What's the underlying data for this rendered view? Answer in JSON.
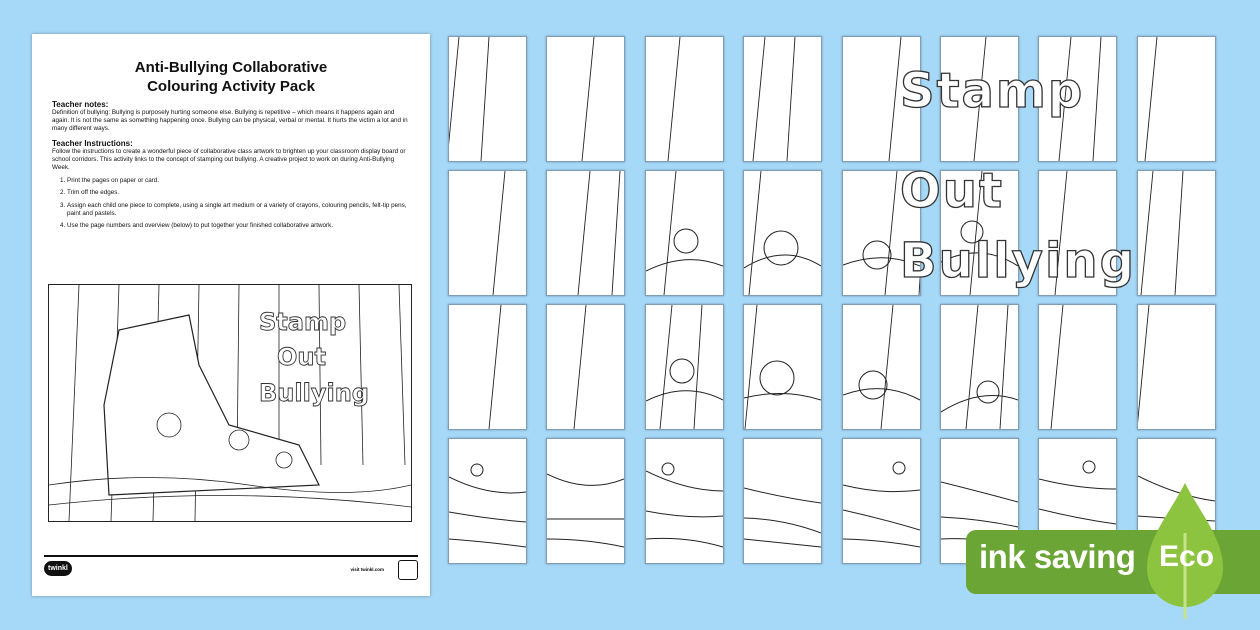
{
  "document": {
    "title_line1": "Anti-Bullying Collaborative",
    "title_line2": "Colouring Activity Pack",
    "teacher_notes_heading": "Teacher notes:",
    "teacher_notes": "Definition of bullying: Bullying is purposely hurting someone else. Bullying is repetitive – which means it happens again and again.  It is not the same as something happening once. Bullying can be physical, verbal or mental.  It hurts the victim a lot and in many different ways.",
    "instructions_heading": "Teacher Instructions:",
    "instructions": "Follow the instructions to create a wonderful piece of collaborative class artwork to brighten up your classroom display board or school corridors. This activity links to the concept of stamping out bullying. A creative project to work on during Anti-Bullying Week.",
    "steps": [
      "Print the pages on paper or card.",
      "Trim off the edges.",
      "Assign each child one piece to complete, using a single art medium or a variety of crayons, colouring pencils, felt-tip pens, paint and pastels.",
      "Use the page numbers and overview (below) to put together your finished collaborative artwork."
    ],
    "illustration_text": [
      "Stamp",
      "Out",
      "Bullying"
    ],
    "logo": "twinkl",
    "website": "visit twinkl.com"
  },
  "tiles": {
    "rows": 4,
    "cols": 8,
    "slogan_rows": [
      [
        "St",
        "a",
        "mp"
      ],
      [
        "O",
        "ut"
      ],
      [
        "B",
        "ull",
        "y",
        "ing"
      ]
    ]
  },
  "eco_badge": {
    "label": "ink saving",
    "word": "Eco",
    "color": "#6aa535"
  },
  "colors": {
    "background": "#a6d8f7"
  }
}
